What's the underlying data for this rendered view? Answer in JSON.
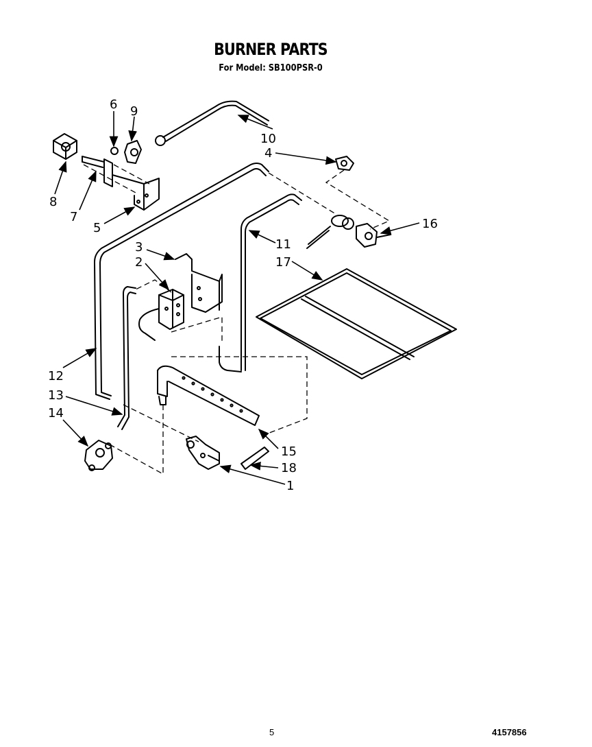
{
  "header": {
    "title": "BURNER PARTS",
    "subtitle": "For Model: SB100PSR-0"
  },
  "callouts": {
    "c1": "1",
    "c2": "2",
    "c3": "3",
    "c4": "4",
    "c5": "5",
    "c6": "6",
    "c7": "7",
    "c8": "8",
    "c9": "9",
    "c10": "10",
    "c11": "11",
    "c12": "12",
    "c13": "13",
    "c14": "14",
    "c15": "15",
    "c16": "16",
    "c17": "17",
    "c18": "18"
  },
  "footer": {
    "page_number": "5",
    "document_number": "4157856"
  }
}
